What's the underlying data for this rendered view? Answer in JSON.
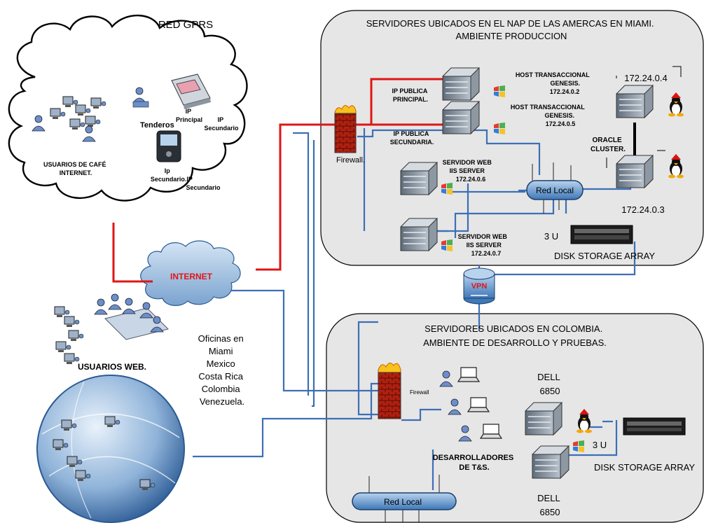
{
  "gprs": {
    "title": "RED GPRS",
    "cafe_users": [
      "USUARIOS DE CAFÉ",
      "INTERNET."
    ],
    "shopkeepers": "Tenderos",
    "pos_ip_principal": [
      "IP",
      "Principal"
    ],
    "pos_ip_secundario": [
      "IP",
      "Secundario"
    ],
    "phone_ip": [
      "Ip",
      "Secundario.IP",
      "Secundario"
    ]
  },
  "internet": "INTERNET",
  "web_users": "USUARIOS WEB.",
  "offices": [
    "Oficinas en",
    "Miami",
    "Mexico",
    "Costa Rica",
    "Colombia",
    "Venezuela."
  ],
  "miami": {
    "title": [
      "SERVIDORES UBICADOS EN EL NAP DE LAS AMERCAS EN MIAMI.",
      "AMBIENTE PRODUCCION"
    ],
    "firewall": "Firewall.",
    "ip_principal": [
      "IP PUBLICA",
      "PRINCIPAL."
    ],
    "ip_secundaria": [
      "IP PUBLICA",
      "SECUNDARIA."
    ],
    "host1": [
      "HOST TRANSACCIONAL",
      "GENESIS.",
      "172.24.0.2"
    ],
    "host2": [
      "HOST TRANSACCIONAL",
      "GENESIS.",
      "172.24.0.5"
    ],
    "web1": [
      "SERVIDOR WEB",
      "IIS SERVER",
      "172.24.0.6"
    ],
    "web2": [
      "SERVIDOR WEB",
      "IIS SERVER",
      "172.24.0.7"
    ],
    "oracle_ip_top": "172.24.0.4",
    "oracle_ip_bottom": "172.24.0.3",
    "oracle": [
      "ORACLE",
      "CLUSTER."
    ],
    "lan": "Red Local",
    "storage_units": "3 U",
    "storage": "DISK STORAGE ARRAY"
  },
  "vpn": "VPN",
  "colombia": {
    "title": [
      "SERVIDORES UBICADOS EN COLOMBIA.",
      "AMBIENTE DE DESARROLLO Y PRUEBAS."
    ],
    "firewall": "Firewall",
    "developers": [
      "DESARROLLADORES",
      "DE T&S."
    ],
    "dell_top": [
      "DELL",
      "6850"
    ],
    "dell_bottom": [
      "DELL",
      "6850"
    ],
    "storage_units": "3 U",
    "storage": "DISK STORAGE ARRAY",
    "lan": "Red Local"
  },
  "colors": {
    "red_link": "#e01515",
    "blue_link": "#3d6fb5",
    "panel": "#e6e6e6",
    "lan": "#4f86c6"
  }
}
